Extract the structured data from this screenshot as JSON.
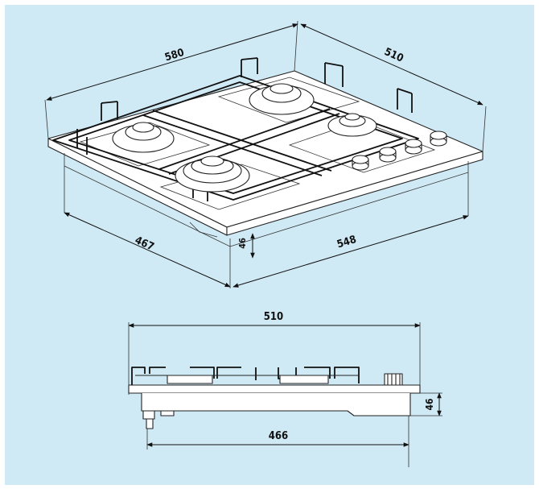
{
  "colors": {
    "background": "#cfe9f5",
    "linework": "#222222"
  },
  "dimensions": {
    "iso_width": "580",
    "iso_depth": "510",
    "iso_front_depth": "467",
    "iso_front_width": "548",
    "iso_height": "46",
    "side_width": "510",
    "side_base_width": "466",
    "side_height": "46"
  }
}
